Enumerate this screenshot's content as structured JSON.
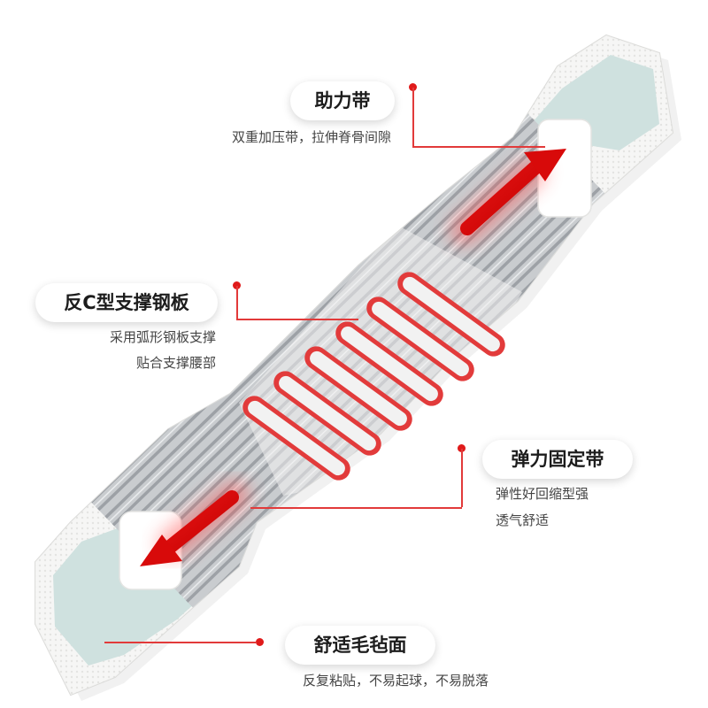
{
  "callouts": {
    "assist_band": {
      "title": "助力带",
      "desc": [
        "双重加压带，拉伸脊骨间隙"
      ]
    },
    "c_steel": {
      "title": "反C型支撑钢板",
      "desc": [
        "采用弧形钢板支撑",
        "贴合支撑腰部"
      ]
    },
    "elastic_band": {
      "title": "弹力固定带",
      "desc": [
        "弹性好回缩型强",
        "透气舒适"
      ]
    },
    "felt_surface": {
      "title": "舒适毛毡面",
      "desc": [
        "反复粘贴，不易起球，不易脱落"
      ]
    }
  },
  "colors": {
    "accent_red": "#e01a1a",
    "belt_border": "#e9e9e7",
    "felt_mint": "#cfe1df",
    "stripe_grey": "#9da1a6"
  },
  "icons": {
    "arrows": "double-headed-stretch-arrow",
    "markers": "red-dot-marker"
  }
}
